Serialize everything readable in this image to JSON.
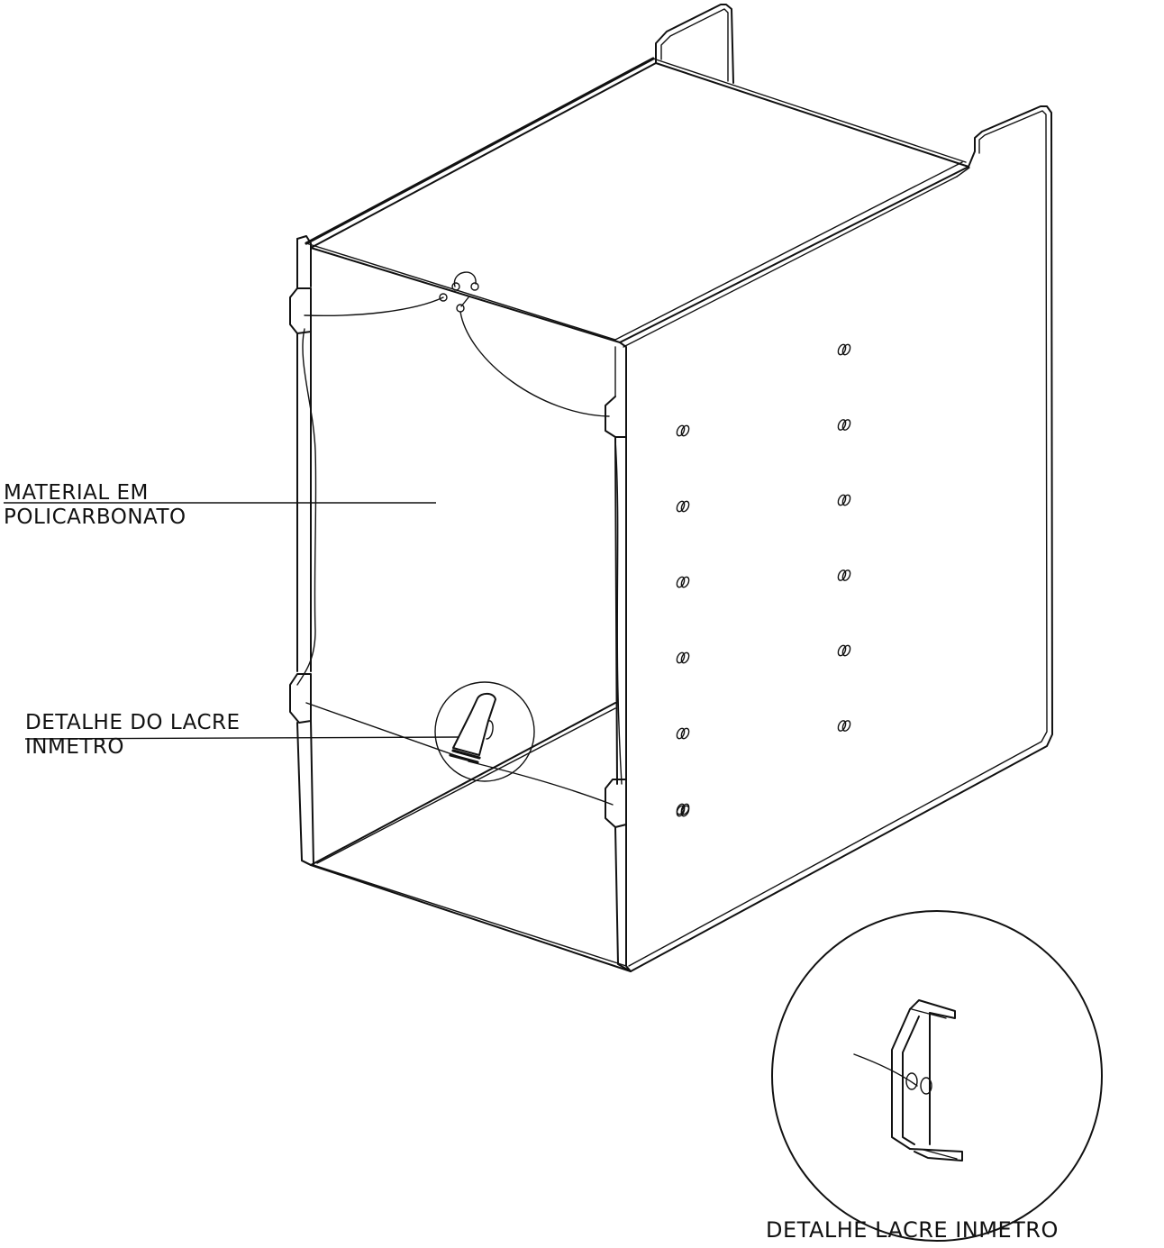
{
  "labels": {
    "material_line1": "MATERIAL EM",
    "material_line2": "POLICARBONATO",
    "seal_detail_line1": "DETALHE DO LACRE",
    "seal_detail_line2": "INMETRO",
    "seal_detail_caption": "DETALHE LACRE INMETRO"
  },
  "colors": {
    "line": "#111111",
    "background": "#ffffff"
  },
  "mounting_holes": {
    "front_column_count": 6,
    "rear_column_count": 6
  }
}
